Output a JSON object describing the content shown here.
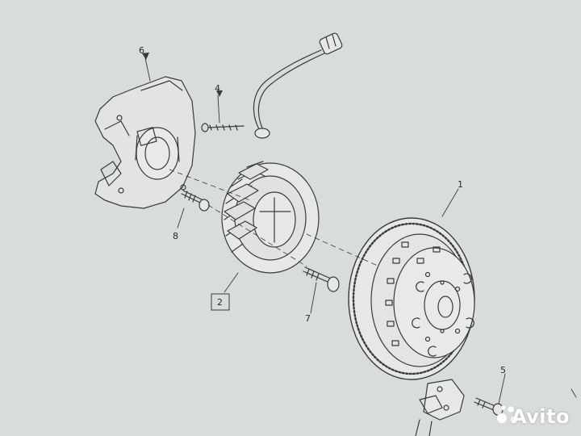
{
  "diagram": {
    "callouts": {
      "p1": "1",
      "p2": "2",
      "p4": "4",
      "p5": "5",
      "p6": "6",
      "p7": "7",
      "p8": "8"
    },
    "boxed_callout": "p2"
  },
  "colors": {
    "paper": "#d9dcdc",
    "ink": "#3a3a3a"
  },
  "watermark": {
    "brand": "Avito",
    "icon": "avito-dots-logo"
  }
}
